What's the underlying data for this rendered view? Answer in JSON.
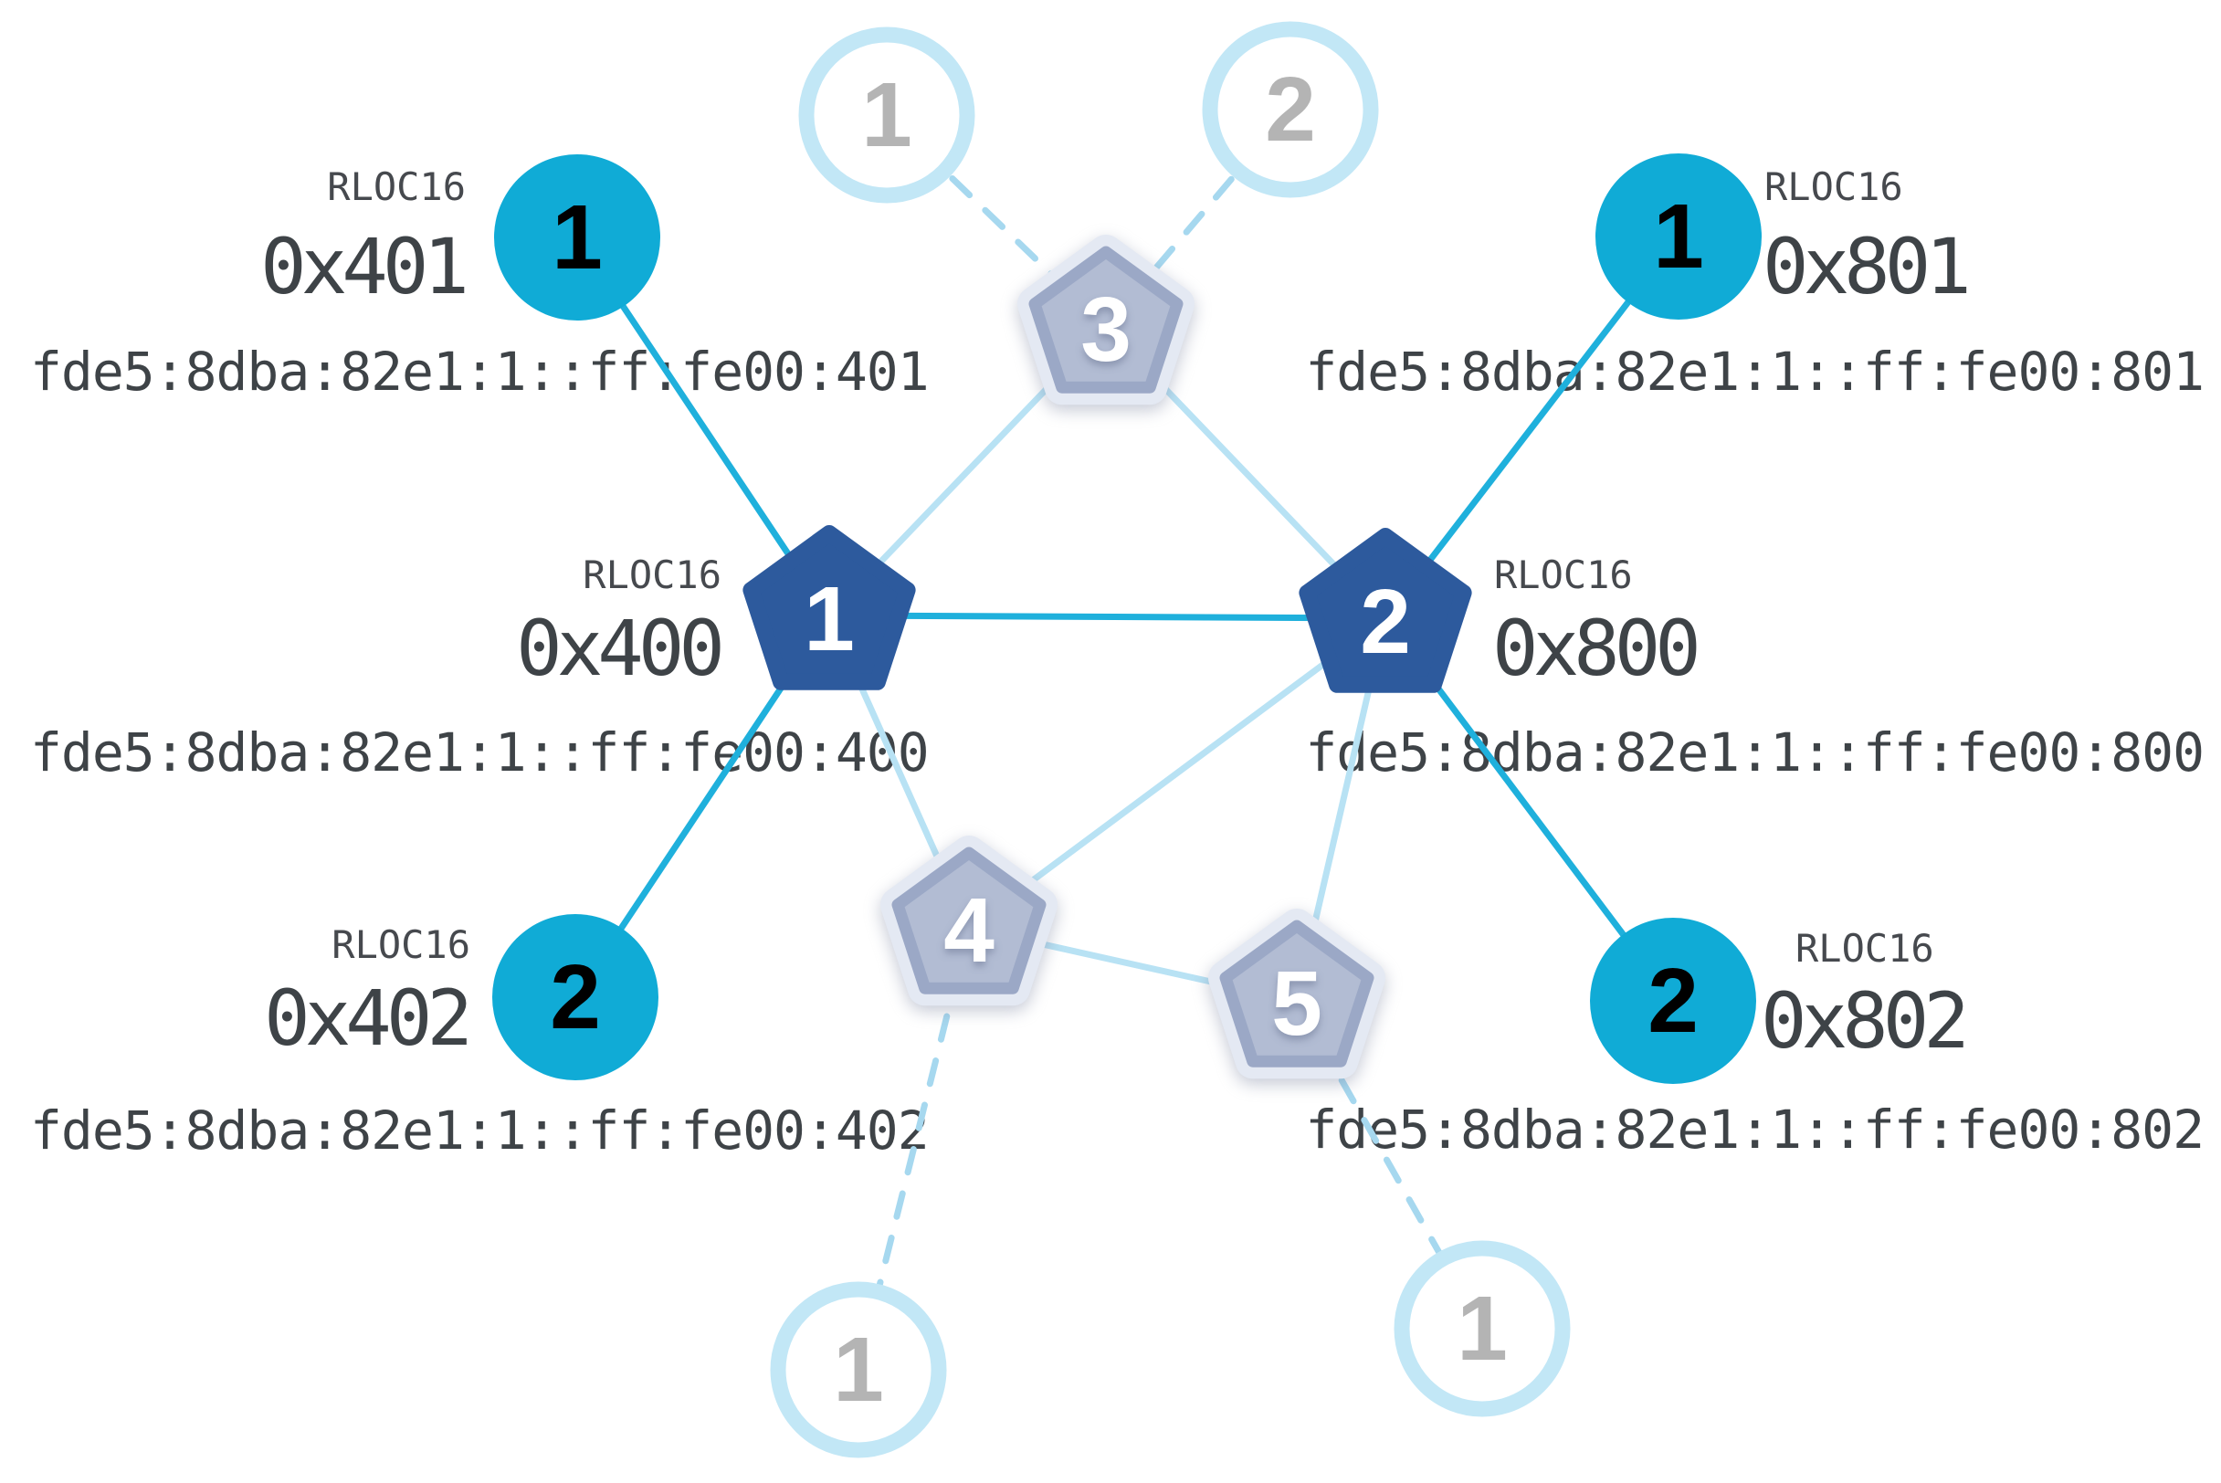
{
  "captions": {
    "rloc16": "RLOC16"
  },
  "colors": {
    "router_fill": "#2d5a9d",
    "child_fill": "#10abd6",
    "active_link": "#1fb0dc",
    "faded_link": "#b8e2f4",
    "dashed_link": "#a6d8ef",
    "faded_router_fill": "#b2bcd3",
    "faded_router_edge": "#9ba8c6",
    "faded_router_ring": "#e4e9f3",
    "faded_child_ring": "#c2e7f6",
    "text": "#3e4347"
  },
  "nodes": {
    "router_400": {
      "number": "1",
      "rloc16": "0x400",
      "ipv6": "fde5:8dba:82e1:1::ff:fe00:400"
    },
    "router_800": {
      "number": "2",
      "rloc16": "0x800",
      "ipv6": "fde5:8dba:82e1:1::ff:fe00:800"
    },
    "child_401": {
      "number": "1",
      "rloc16": "0x401",
      "ipv6": "fde5:8dba:82e1:1::ff:fe00:401"
    },
    "child_402": {
      "number": "2",
      "rloc16": "0x402",
      "ipv6": "fde5:8dba:82e1:1::ff:fe00:402"
    },
    "child_801": {
      "number": "1",
      "rloc16": "0x801",
      "ipv6": "fde5:8dba:82e1:1::ff:fe00:801"
    },
    "child_802": {
      "number": "2",
      "rloc16": "0x802",
      "ipv6": "fde5:8dba:82e1:1::ff:fe00:802"
    },
    "faded_router_3": {
      "number": "3"
    },
    "faded_router_4": {
      "number": "4"
    },
    "faded_router_5": {
      "number": "5"
    },
    "faded_child_top_1": {
      "number": "1"
    },
    "faded_child_top_2": {
      "number": "2"
    },
    "faded_child_bottom_left": {
      "number": "1"
    },
    "faded_child_bottom_right": {
      "number": "1"
    }
  }
}
